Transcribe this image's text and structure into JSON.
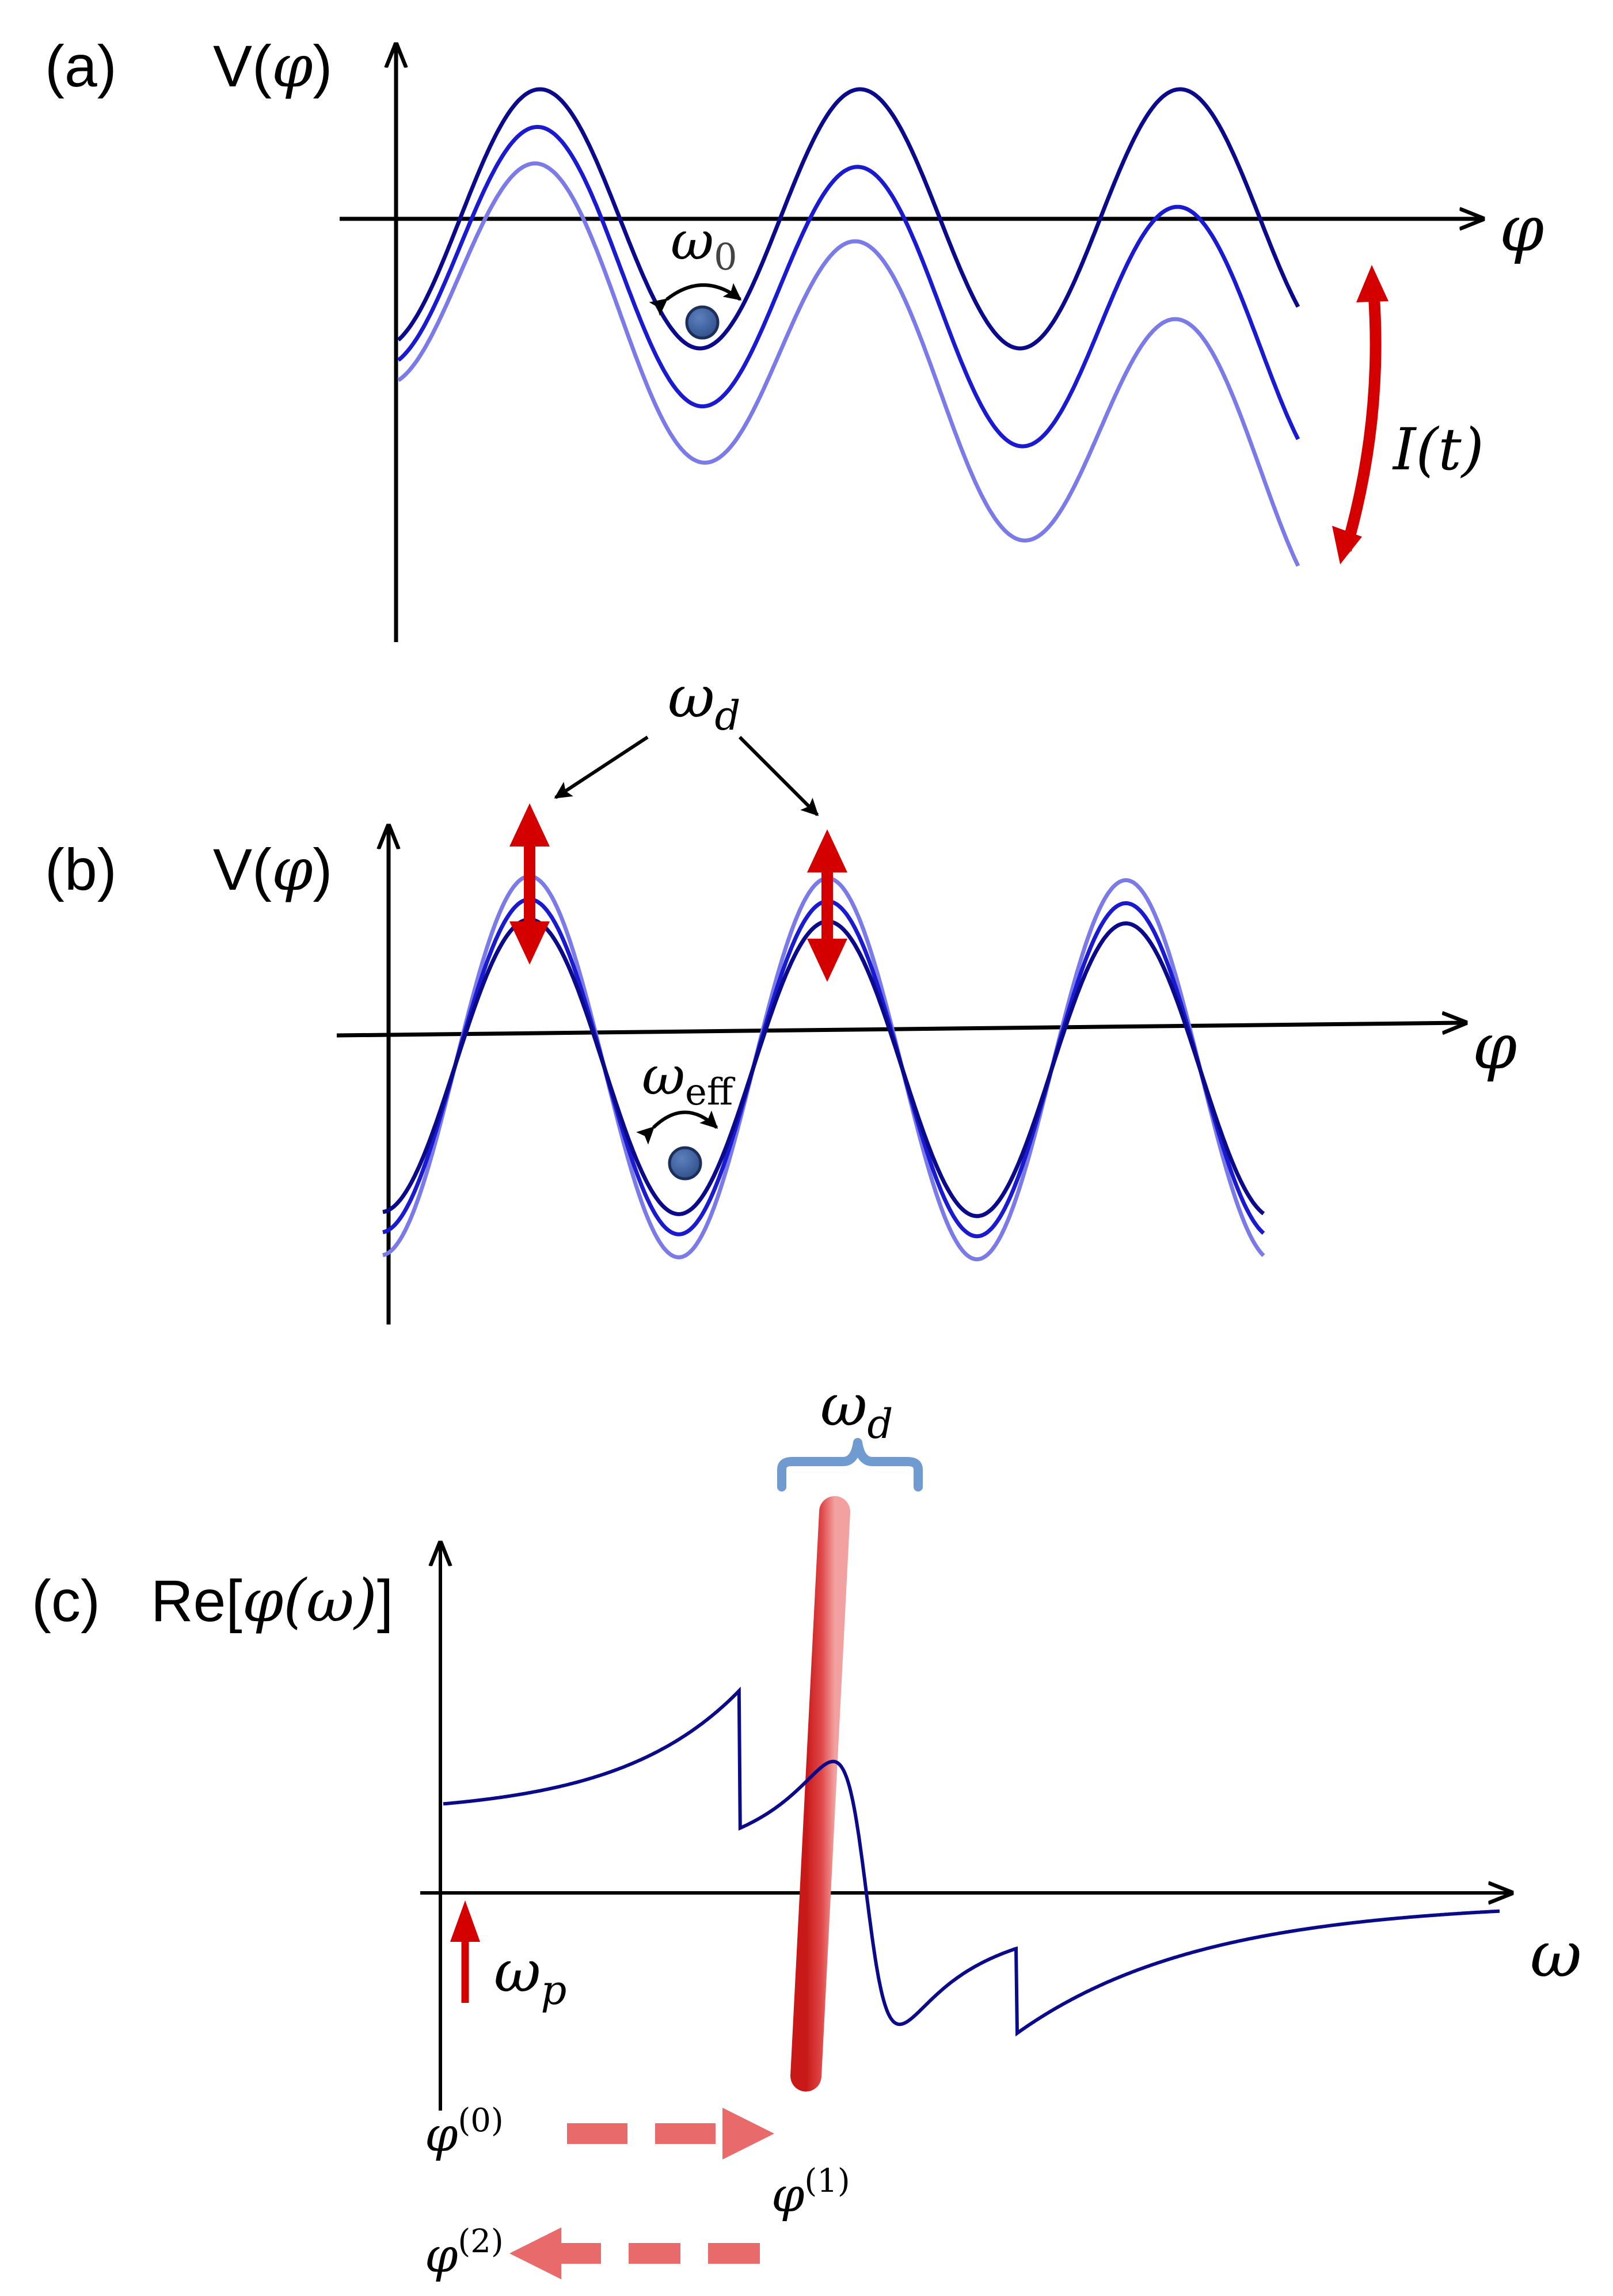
{
  "panels": {
    "a": {
      "panel_label": "(a)",
      "y_label_prefix": "V(",
      "y_label_var": "φ",
      "y_label_suffix": ")",
      "x_label": "φ",
      "freq_base": "ω",
      "freq_sub": "0",
      "current_label": "I(t)"
    },
    "b": {
      "panel_label": "(b)",
      "y_label_prefix": "V(",
      "y_label_var": "φ",
      "y_label_suffix": ")",
      "x_label": "φ",
      "drive_base": "ω",
      "drive_sub": "d",
      "eff_base": "ω",
      "eff_sub": "eff"
    },
    "c": {
      "panel_label": "(c)",
      "y_label_prefix": "Re[",
      "y_label_var": "φ",
      "y_label_mid": "(ω)",
      "y_label_suffix": "]",
      "x_label": "ω",
      "drive_base": "ω",
      "drive_sub": "d",
      "pump_base": "ω",
      "pump_sub": "p",
      "phi0_base": "φ",
      "phi0_sup": "(0)",
      "phi1_base": "φ",
      "phi1_sup": "(1)",
      "phi2_base": "φ",
      "phi2_sup": "(2)"
    }
  },
  "colors": {
    "dark_blue": "#0a0a8a",
    "mid_blue": "#1a1ad0",
    "light_blue": "#7a7ae8",
    "red": "#d40000",
    "light_red": "#e86a6a",
    "bar_blue": "#6f9bd0",
    "ball": "#3a5f9e"
  }
}
